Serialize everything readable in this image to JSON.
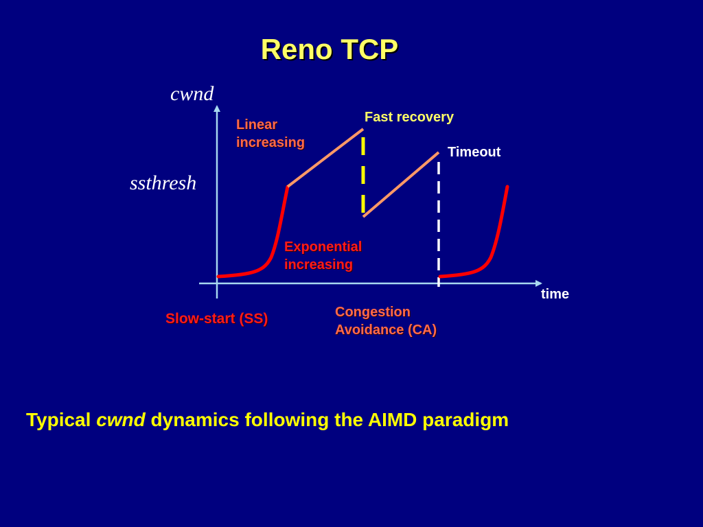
{
  "slide": {
    "title": "Reno TCP",
    "caption": {
      "prefix": "Typical ",
      "emphasis": "cwnd",
      "suffix": " dynamics following the AIMD paradigm"
    }
  },
  "diagram": {
    "y_axis_label": "cwnd",
    "threshold_label": "ssthresh",
    "x_axis_label": "time",
    "labels": {
      "linear_line1": "Linear",
      "linear_line2": "increasing",
      "fast_recovery": "Fast recovery",
      "timeout": "Timeout",
      "exponential_line1": "Exponential",
      "exponential_line2": "increasing",
      "slow_start": "Slow-start (SS)",
      "congestion_line1": "Congestion",
      "congestion_line2": "Avoidance (CA)"
    },
    "colors": {
      "background": "#00007f",
      "axis": "#a8d8f0",
      "slow_start_curve": "#ff0000",
      "linear_segment": "#ff9966",
      "fast_recovery_marker": "#ffff00",
      "timeout_marker": "#ffffff",
      "title": "#ffff66"
    }
  }
}
